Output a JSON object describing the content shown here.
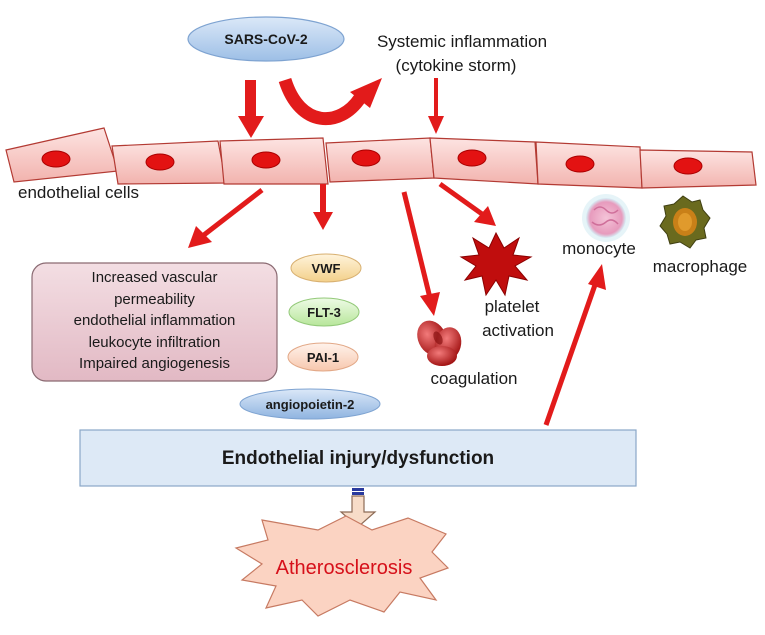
{
  "virus": "SARS-CoV-2",
  "systemic": {
    "line1": "Systemic inflammation",
    "line2": "(cytokine storm)"
  },
  "endothelial_cells_label": "endothelial cells",
  "effects": [
    "Increased vascular",
    "permeability",
    "endothelial inflammation",
    "leukocyte infiltration",
    "Impaired angiogenesis"
  ],
  "markers": {
    "vwf": "VWF",
    "flt3": "FLT-3",
    "pai1": "PAI-1",
    "angiopoietin2": "angiopoietin-2"
  },
  "coagulation": "coagulation",
  "platelet": {
    "line1": "platelet",
    "line2": "activation"
  },
  "monocyte": "monocyte",
  "macrophage": "macrophage",
  "injury": "Endothelial injury/dysfunction",
  "outcome": "Atherosclerosis",
  "colors": {
    "arrow": "#e21b1b",
    "cell_fill": "#f6c9c6",
    "nucleus": "#e31212",
    "virus_fill": "#b7d0ee",
    "injury_fill": "#dde9f6",
    "effects_fill": "#ecd0d8",
    "outcome_fill": "#fbd3c2",
    "outcome_text": "#d6101a"
  }
}
